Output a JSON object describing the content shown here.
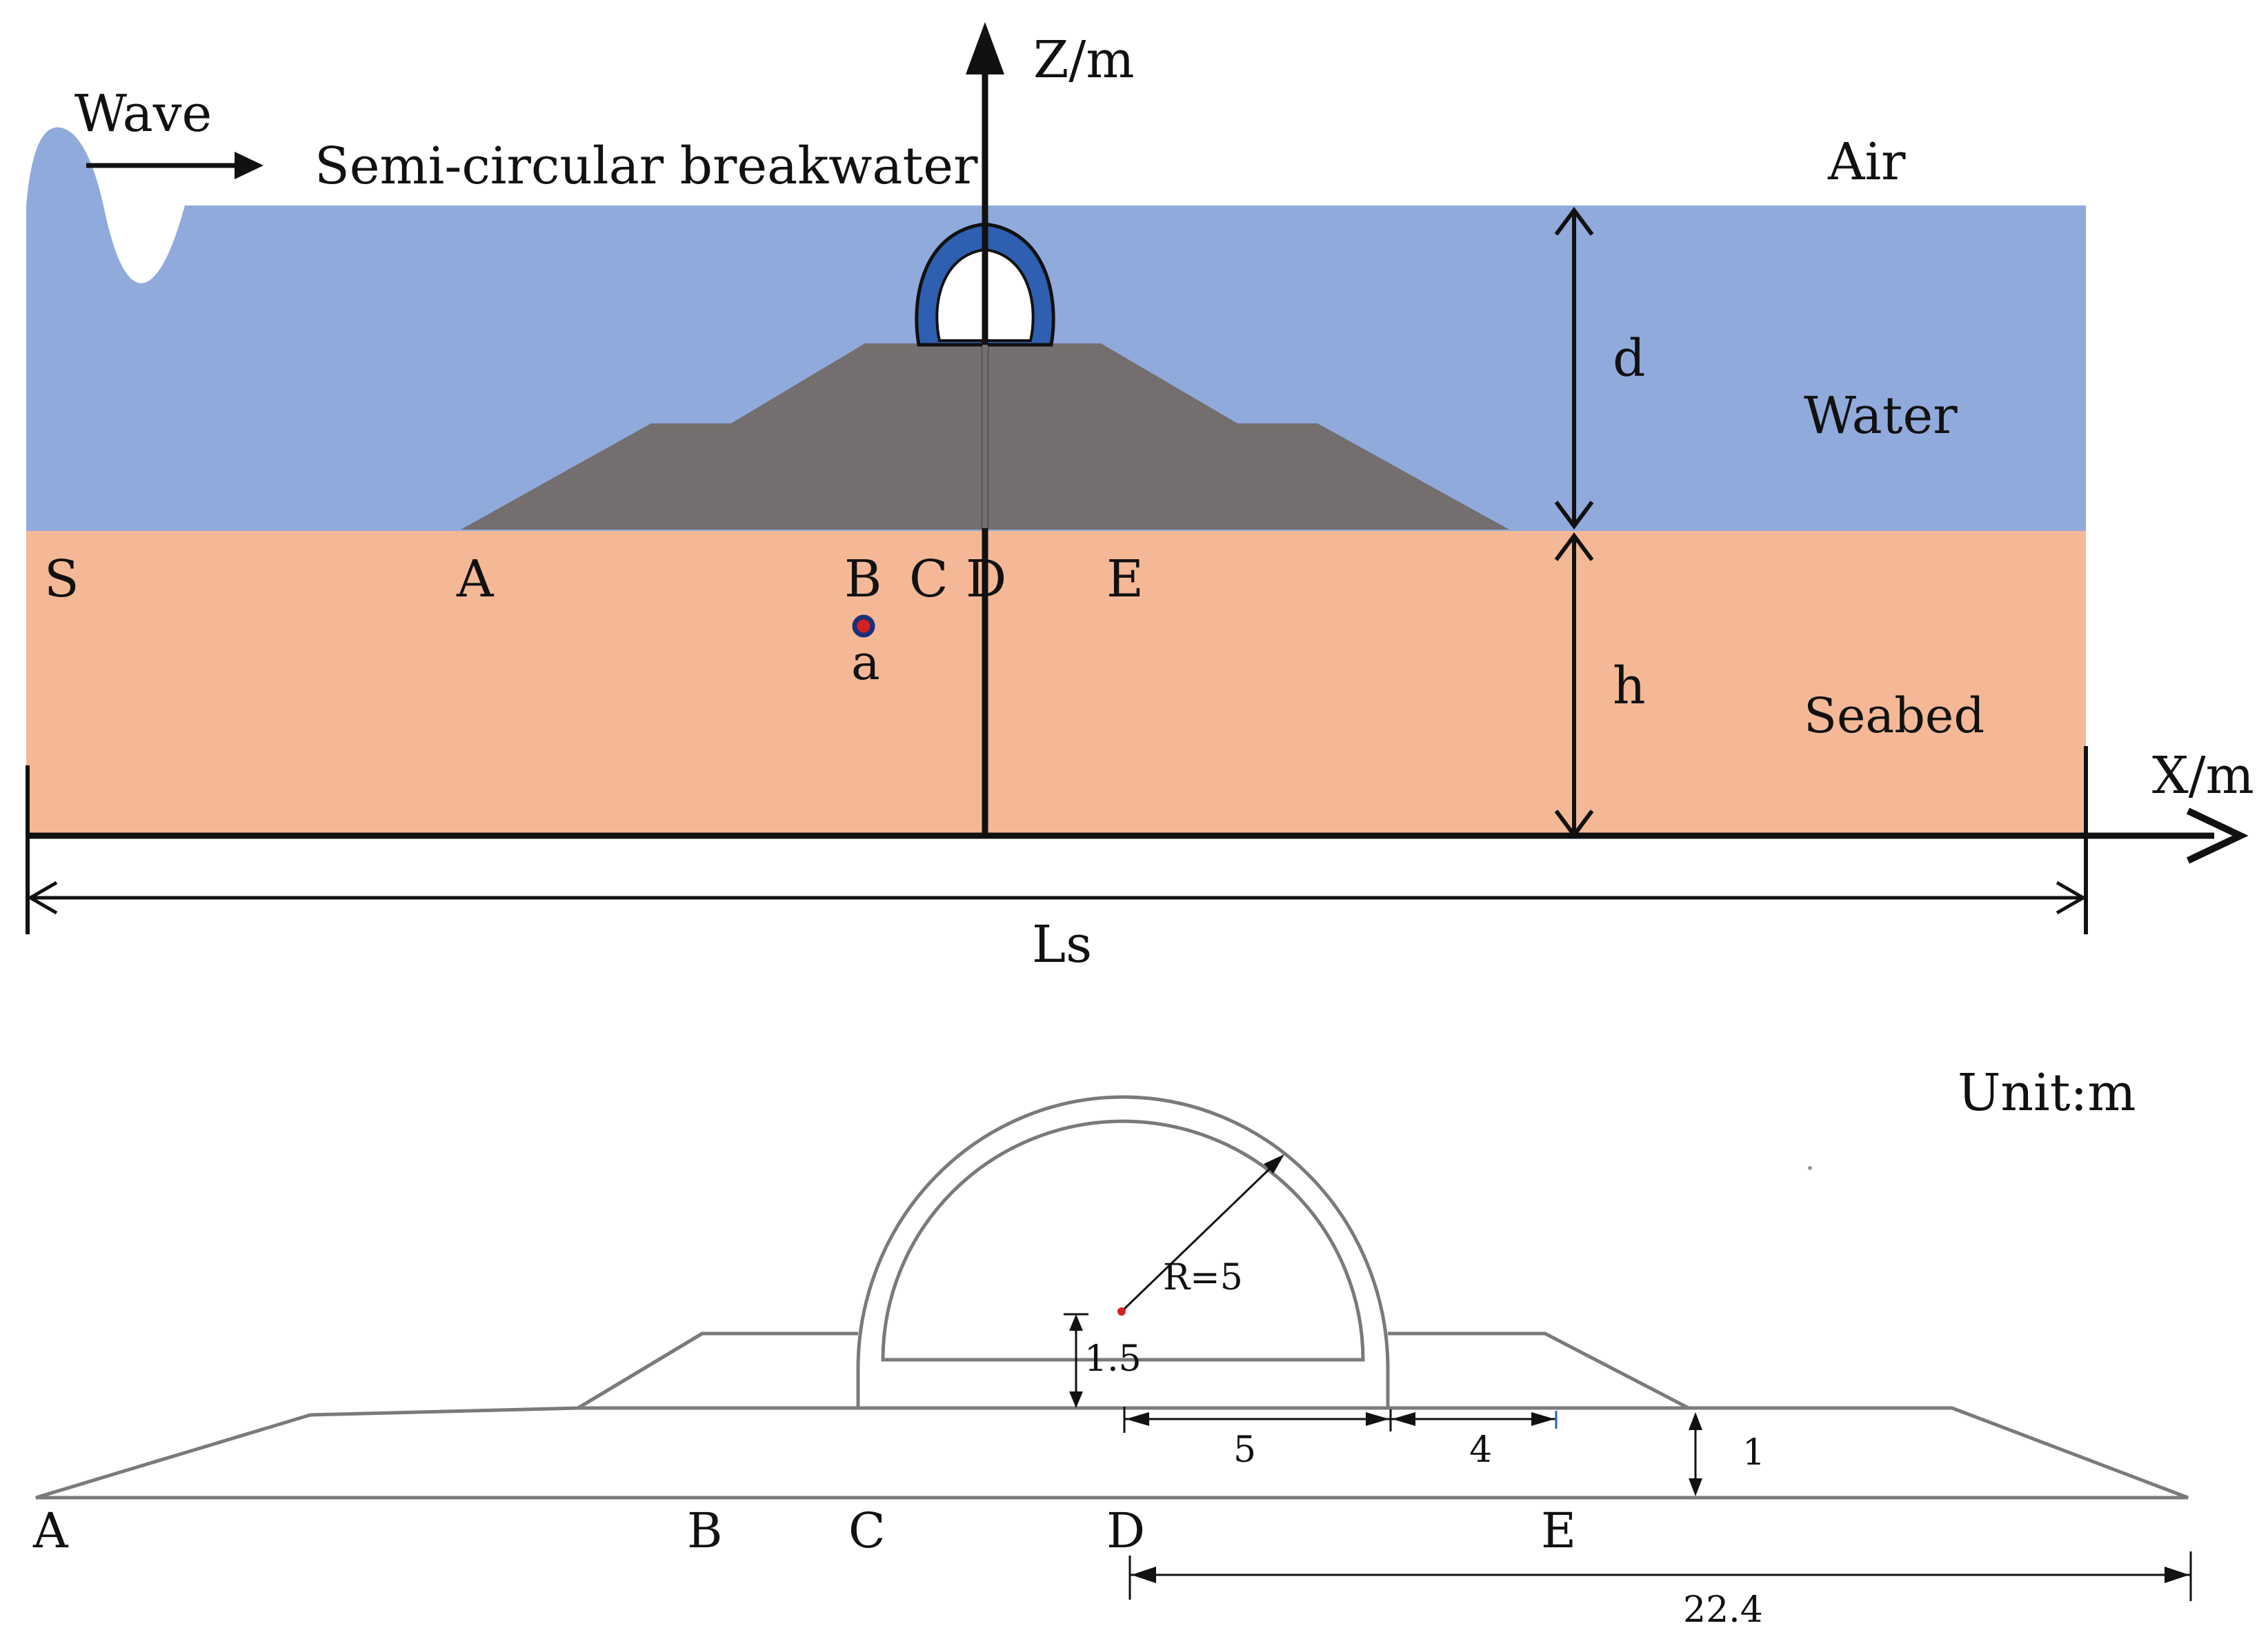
{
  "colors": {
    "water": "#90aadc",
    "seabed": "#f5b896",
    "mound": "#746e6e",
    "breakwater_ring": "#2e5fb0",
    "ink": "#111111",
    "outline": "#7a7a7a",
    "marker": "#d42020"
  },
  "top_panel": {
    "axis_z": "Z/m",
    "axis_x": "X/m",
    "wave": "Wave",
    "breakwater": "Semi-circular breakwater",
    "air": "Air",
    "water": "Water",
    "seabed": "Seabed",
    "dim_d": "d",
    "dim_h": "h",
    "dim_ls": "Ls",
    "points": {
      "s": "S",
      "a": "A",
      "b": "B",
      "c": "C",
      "d": "D",
      "e": "E"
    },
    "monitor_point": "a"
  },
  "bottom_panel": {
    "unit": "Unit:m",
    "radius": "R=5",
    "dim_height": "1.5",
    "dim_five": "5",
    "dim_four": "4",
    "dim_one": "1",
    "dim_total": "22.4",
    "points": {
      "a": "A",
      "b": "B",
      "c": "C",
      "d": "D",
      "e": "E"
    }
  }
}
